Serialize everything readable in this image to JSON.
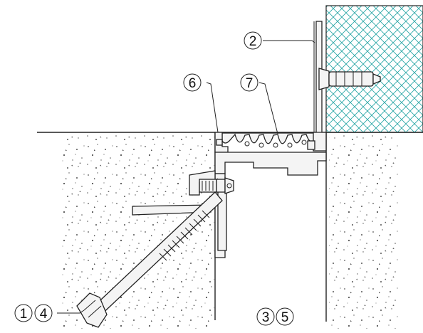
{
  "callouts": {
    "c1": "1",
    "c2": "2",
    "c3": "3",
    "c4": "4",
    "c5": "5",
    "c6": "6",
    "c7": "7"
  },
  "colors": {
    "tile_hatch": "#2aa6a6",
    "line": "#222222",
    "speckle": "#555555"
  }
}
